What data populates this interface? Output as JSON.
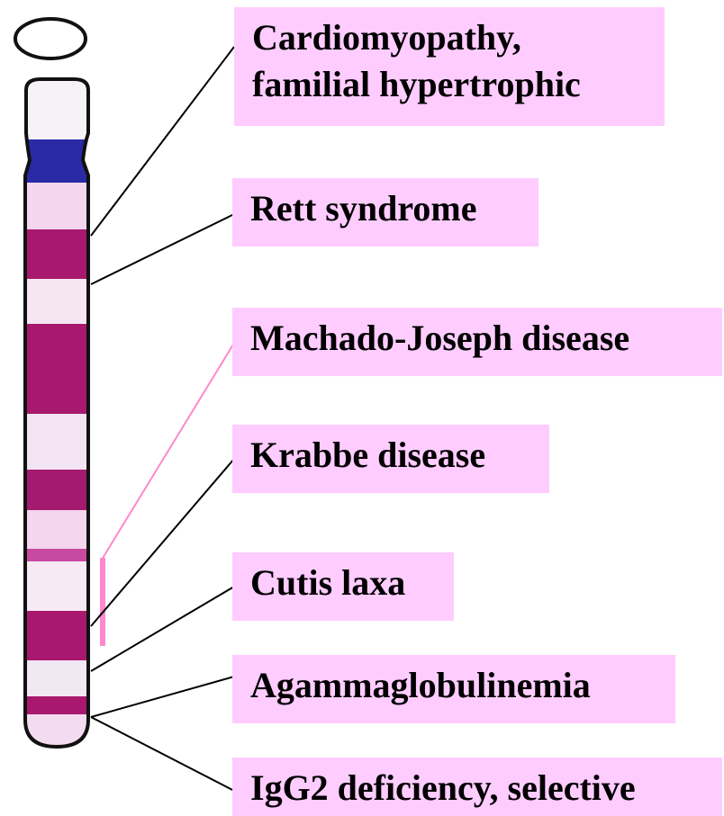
{
  "chromosome": {
    "colors": {
      "centromere": "#2a2aa6",
      "dark_band": "#a8186e",
      "medium_band": "#c84aa0",
      "light_band": "#f4d6ef",
      "white_band": "#f7f2f8",
      "outline": "#111111"
    }
  },
  "labels": [
    {
      "id": "cardiomyopathy",
      "lines": [
        "Cardiomyopathy,",
        "familial hypertrophic"
      ]
    },
    {
      "id": "rett",
      "lines": [
        "Rett syndrome"
      ]
    },
    {
      "id": "machado",
      "lines": [
        "Machado-Joseph disease"
      ]
    },
    {
      "id": "krabbe",
      "lines": [
        "Krabbe disease"
      ]
    },
    {
      "id": "cutis",
      "lines": [
        "Cutis laxa"
      ]
    },
    {
      "id": "agamma",
      "lines": [
        "Agammaglobulinemia"
      ]
    },
    {
      "id": "igg2",
      "lines": [
        "IgG2 deficiency, selective"
      ]
    }
  ],
  "label_box_color": "#ffccff",
  "machado_line_color": "#ff88cc"
}
